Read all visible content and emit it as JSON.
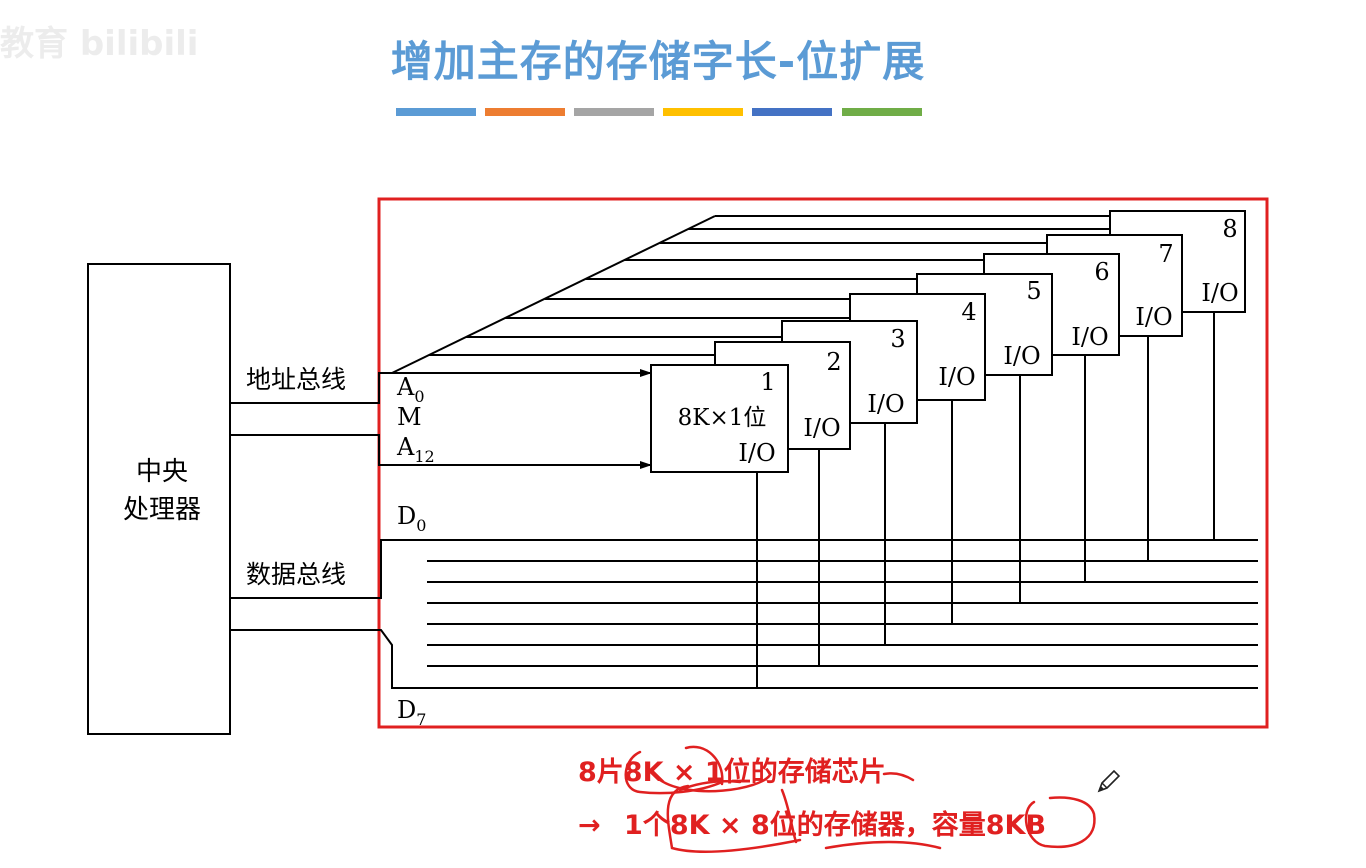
{
  "watermark": "教育 bilibili",
  "title": "增加主存的存储字长-位扩展",
  "accent_colors": [
    "#5b9bd5",
    "#ed7d31",
    "#a5a5a5",
    "#ffc000",
    "#4472c4",
    "#70ad47"
  ],
  "diagram": {
    "cpu_label_line1": "中央",
    "cpu_label_line2": "处理器",
    "address_bus_label": "地址总线",
    "data_bus_label": "数据总线",
    "addr_top": "A",
    "addr_top_sub": "0",
    "addr_mid": "M",
    "addr_bot": "A",
    "addr_bot_sub": "12",
    "data_top": "D",
    "data_top_sub": "0",
    "data_bot": "D",
    "data_bot_sub": "7",
    "chip1_spec": "8K×1位",
    "io_label": "I/O",
    "chip_numbers": [
      "1",
      "2",
      "3",
      "4",
      "5",
      "6",
      "7",
      "8"
    ],
    "highlight_color": "#e02020"
  },
  "annotations": {
    "line1": "8片8K × 1位的存储芯片",
    "line2_arrow": "→",
    "line2": "1个8K × 8位的存储器，容量8KB"
  }
}
